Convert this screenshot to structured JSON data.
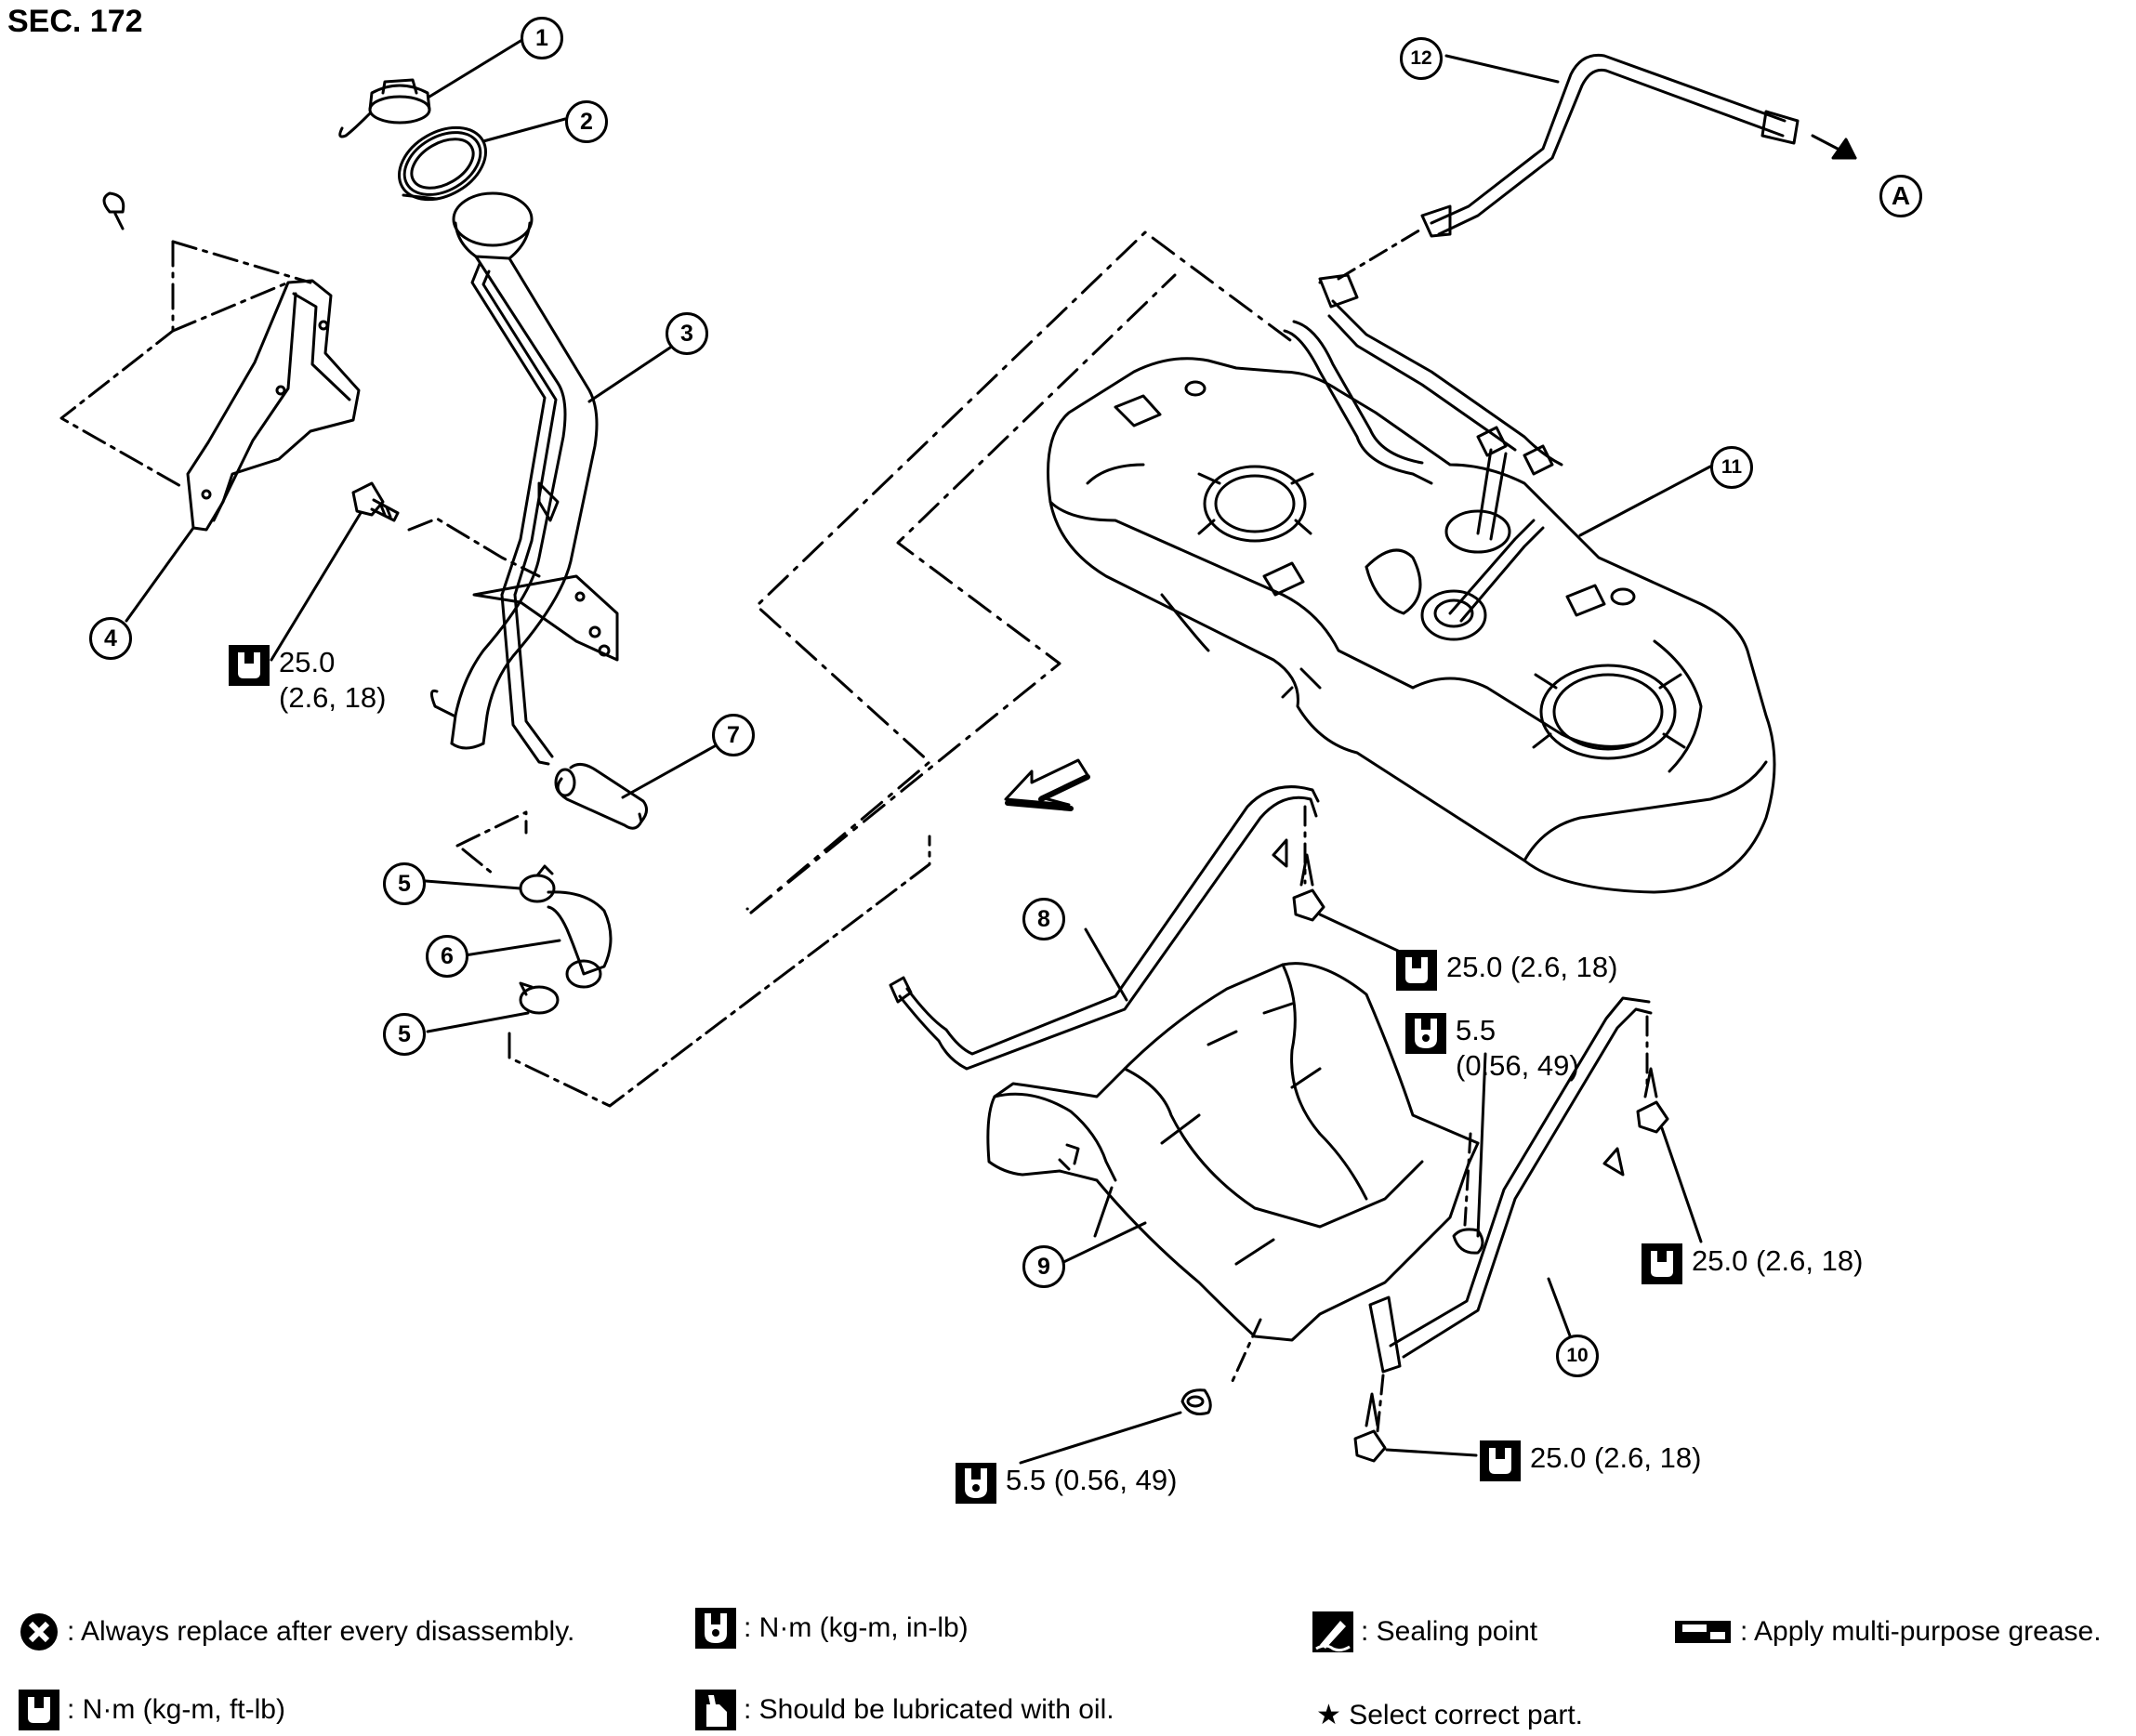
{
  "section": "SEC. 172",
  "callouts": [
    "1",
    "2",
    "3",
    "4",
    "5",
    "5",
    "6",
    "7",
    "8",
    "9",
    "10",
    "11",
    "12"
  ],
  "arrow_label": "A",
  "torques": {
    "t4": {
      "value": "25.0",
      "paren": "(2.6, 18)"
    },
    "t8": "25.0 (2.6, 18)",
    "t9a": {
      "value": "5.5",
      "paren": "(0.56, 49)"
    },
    "t10r": "25.0 (2.6, 18)",
    "t9b": "5.5 (0.56, 49)",
    "t10b": "25.0 (2.6, 18)"
  },
  "legend": {
    "replace": ": Always replace after every disassembly.",
    "nm_inlb": ": N·m (kg-m, in-lb)",
    "sealing": ": Sealing point",
    "grease": ": Apply multi-purpose grease.",
    "nm_ftlb": ": N·m (kg-m, ft-lb)",
    "oil": ": Should be lubricated with oil.",
    "select": "★ Select correct part."
  },
  "colors": {
    "ink": "#000000",
    "paper": "#ffffff"
  }
}
